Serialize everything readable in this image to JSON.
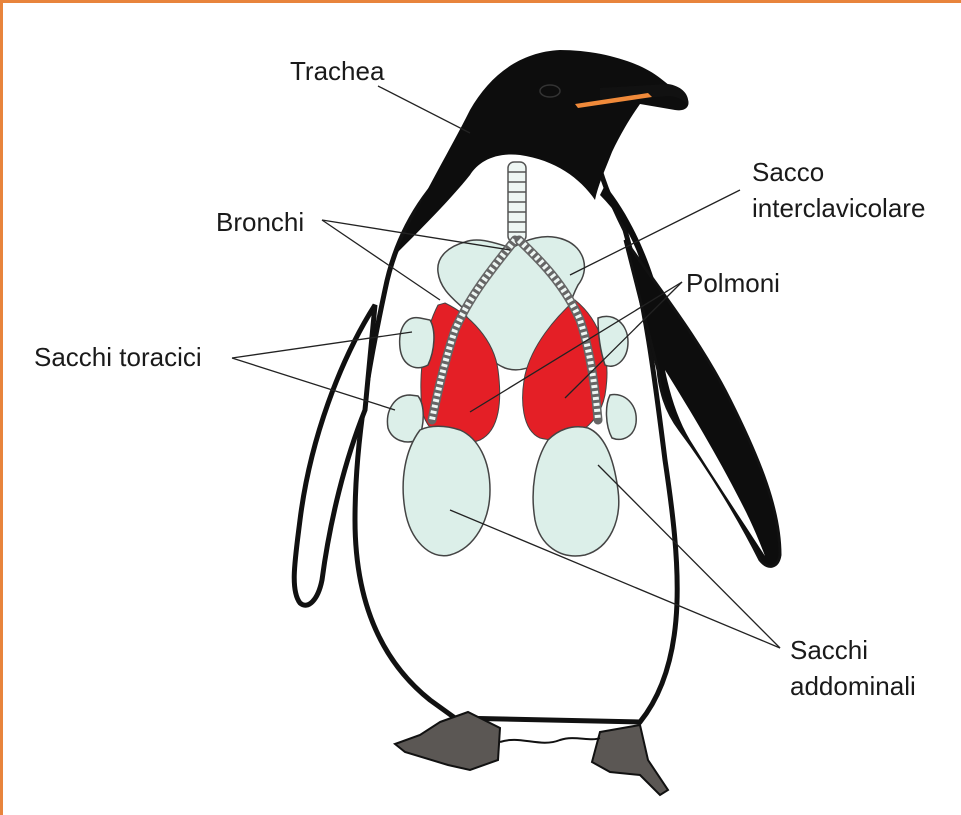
{
  "labels": {
    "trachea": "Trachea",
    "bronchi": "Bronchi",
    "sacco_interclavicolare_line1": "Sacco",
    "sacco_interclavicolare_line2": "interclavicolare",
    "polmoni": "Polmoni",
    "sacchi_toracici": "Sacchi toracici",
    "sacchi_addominali_line1": "Sacchi",
    "sacchi_addominali_line2": "addominali"
  },
  "colors": {
    "frame": "#e8843c",
    "body_outline": "#111111",
    "air_sacs": "#dcefe9",
    "lungs": "#e41f26",
    "beak_stripe": "#f08a3a",
    "feet": "#5b5754"
  }
}
